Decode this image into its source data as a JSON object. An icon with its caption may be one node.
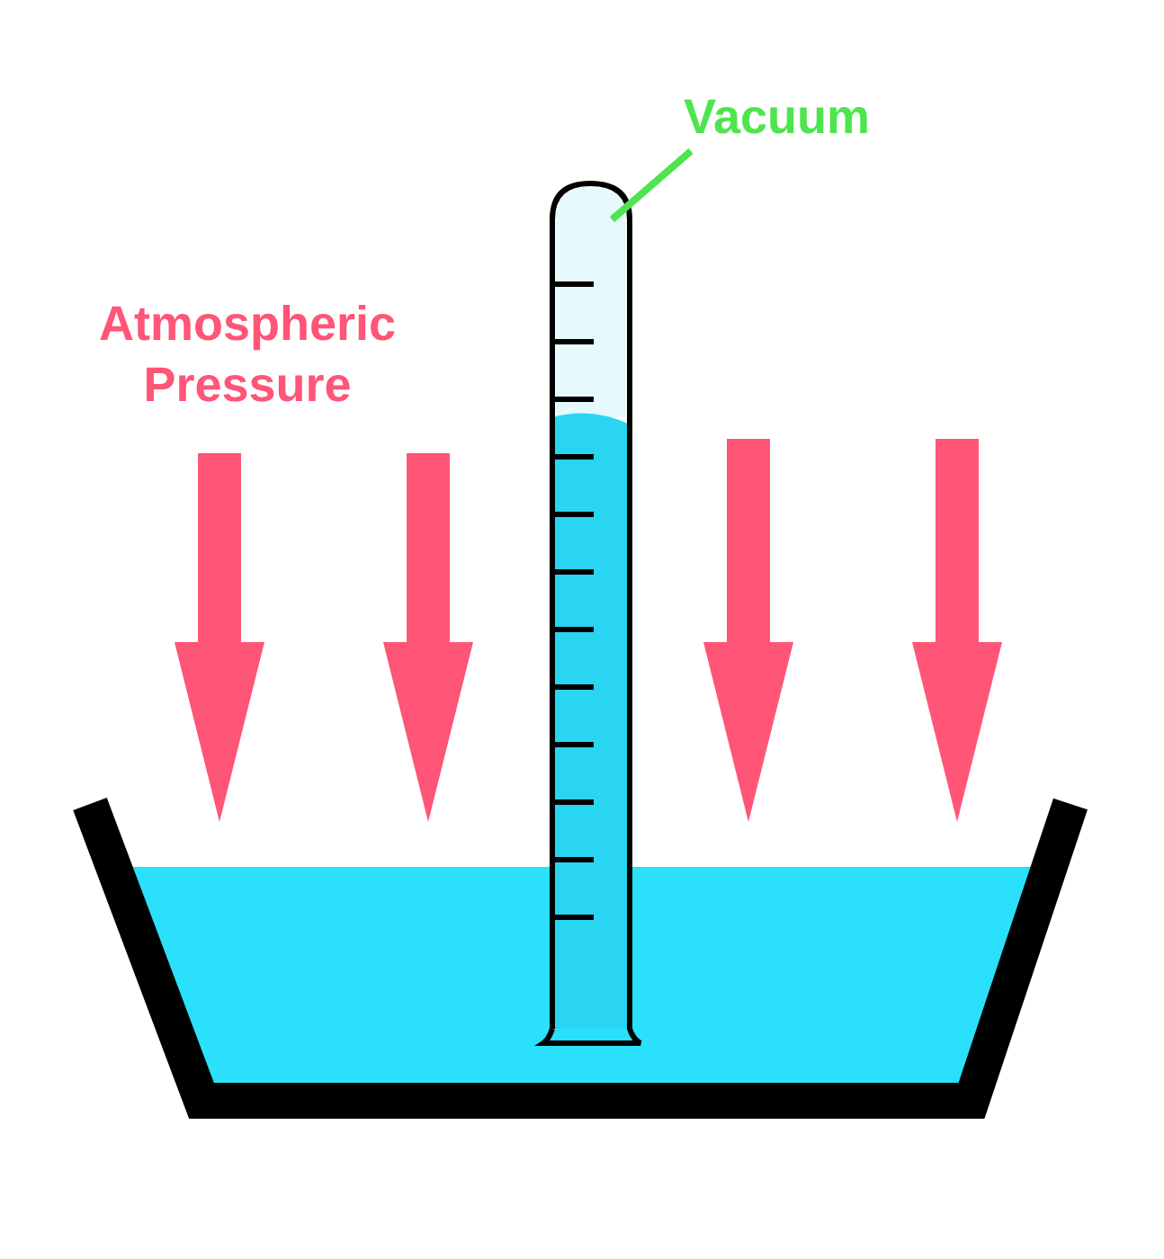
{
  "diagram": {
    "nodes": [
      {
        "text": [
          "Vacuum"
        ]
      },
      {
        "text": [],
        "shape": "box"
      }
    ],
    "edges": [
      {
        "from": 0,
        "to": 1,
        "arrow": "none"
      }
    ],
    "labels": [
      "Atmospheric Pressure"
    ]
  }
}
